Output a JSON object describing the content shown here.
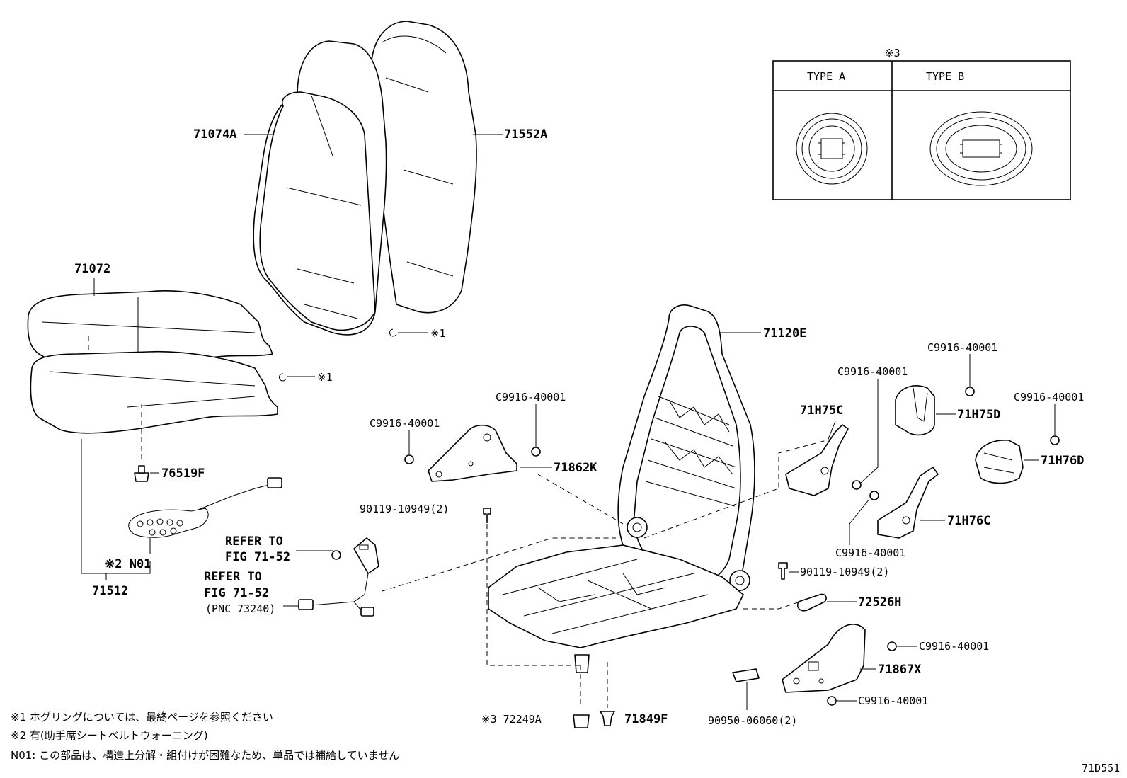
{
  "labels": {
    "p71074A": "71074A",
    "p71552A": "71552A",
    "p71072": "71072",
    "p71512": "71512",
    "p76519F": "76519F",
    "n01": "※2 N01",
    "hogring1": "※1",
    "hogring2": "※1",
    "p71120E": "71120E",
    "p71862K": "71862K",
    "c_71862K_left": "C9916-40001",
    "c_71862K_right": "C9916-40001",
    "bolt_left": "90119-10949(2)",
    "refer1_line1": "REFER TO",
    "refer1_line2": "FIG 71-52",
    "refer2_line1": "REFER TO",
    "refer2_line2": "FIG 71-52",
    "refer2_line3": "(PNC 73240)",
    "p71H75C": "71H75C",
    "c_71H75C": "C9916-40001",
    "p71H75D": "71H75D",
    "c_71H75D": "C9916-40001",
    "p71H76D": "71H76D",
    "c_71H76D": "C9916-40001",
    "p71H76C": "71H76C",
    "c_71H76C": "C9916-40001",
    "bolt_right": "90119-10949(2)",
    "p72526H": "72526H",
    "p71867X": "71867X",
    "c_71867X_top": "C9916-40001",
    "c_71867X_bottom": "C9916-40001",
    "p90950": "90950-06060(2)",
    "p72249A": "※3 72249A",
    "p71849F": "71849F"
  },
  "type_box": {
    "marker": "※3",
    "type_a": "TYPE  A",
    "type_b": "TYPE  B"
  },
  "notes": [
    "※1  ホグリングについては、最終ページを参照ください",
    "※2  有(助手席シートベルトウォーニング)",
    "N01: この部品は、構造上分解・組付けが困難なため、単品では補給していません"
  ],
  "figure_id": "71D551"
}
